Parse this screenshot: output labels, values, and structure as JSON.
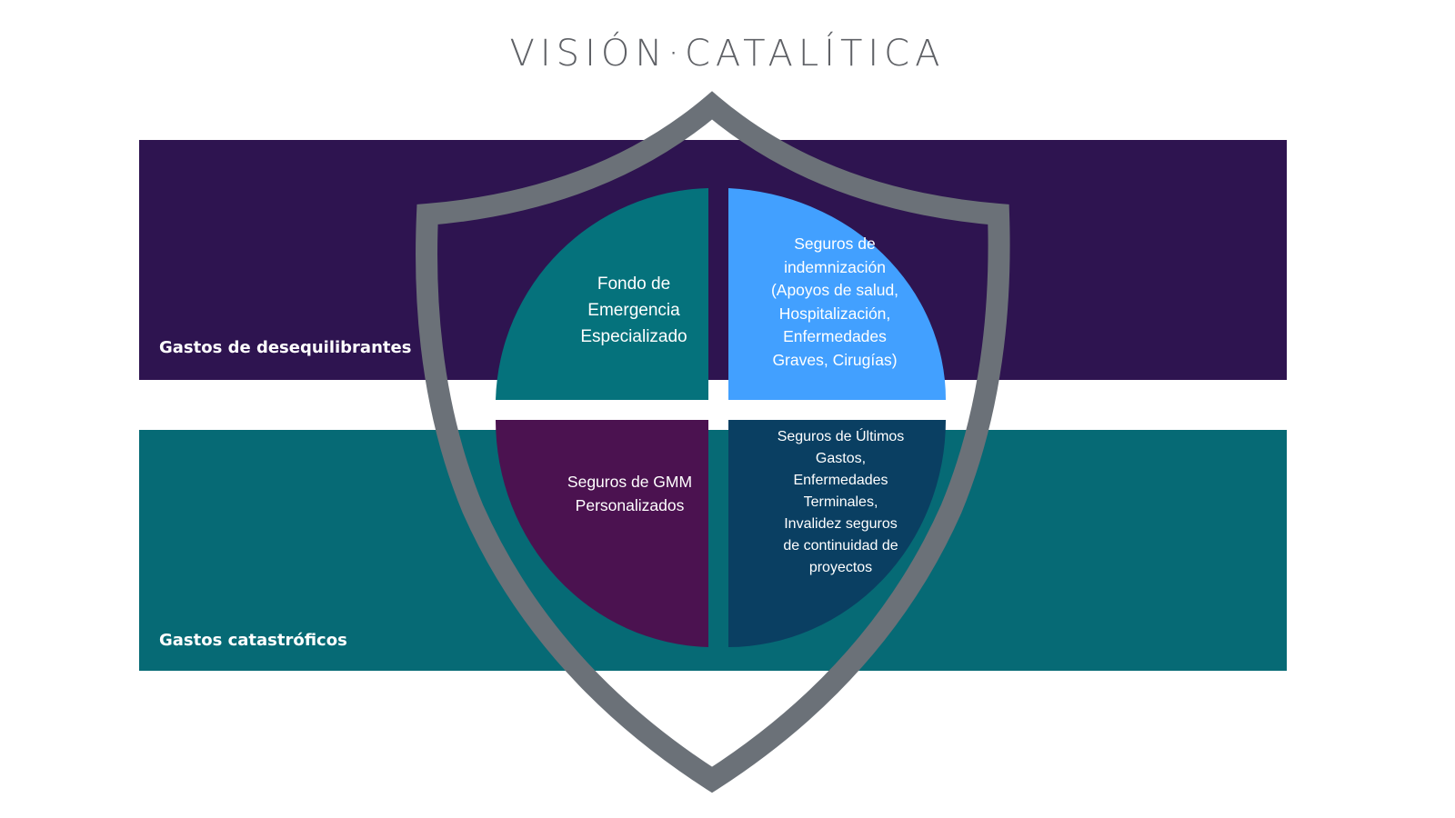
{
  "brand": {
    "title": "VISIÓN·CATALÍTICA"
  },
  "bands": [
    {
      "id": "top",
      "label": "Gastos de desequilibrantes",
      "color": "#2e1450"
    },
    {
      "id": "bottom",
      "label": "Gastos catastróficos",
      "color": "#066a75"
    }
  ],
  "shield": {
    "color": "#6b7178"
  },
  "quadrants": [
    {
      "position": "top-left",
      "label": "Fondo de Emergencia Especializado",
      "color": "#05727c",
      "lines": [
        "Fondo de",
        "Emergencia",
        "Especializado"
      ]
    },
    {
      "position": "top-right",
      "label": "Seguros de indemnización (Apoyos de salud, Hospitalización, Enfermedades Graves, Cirugías)",
      "color": "#42a0ff",
      "lines": [
        "Seguros de",
        "indemnización",
        "(Apoyos de salud,",
        "Hospitalización,",
        "Enfermedades",
        "Graves, Cirugías)"
      ]
    },
    {
      "position": "bottom-left",
      "label": "Seguros de GMM Personalizados",
      "color": "#4b1250",
      "lines": [
        "Seguros de GMM",
        "Personalizados"
      ]
    },
    {
      "position": "bottom-right",
      "label": "Seguros de Últimos Gastos, Enfermedades Terminales, Invalidez seguros de continuidad de proyectos",
      "color": "#0a3f62",
      "lines": [
        "Seguros de Últimos",
        "Gastos,",
        "Enfermedades",
        "Terminales,",
        "Invalidez seguros",
        "de continuidad  de",
        "proyectos"
      ]
    }
  ]
}
